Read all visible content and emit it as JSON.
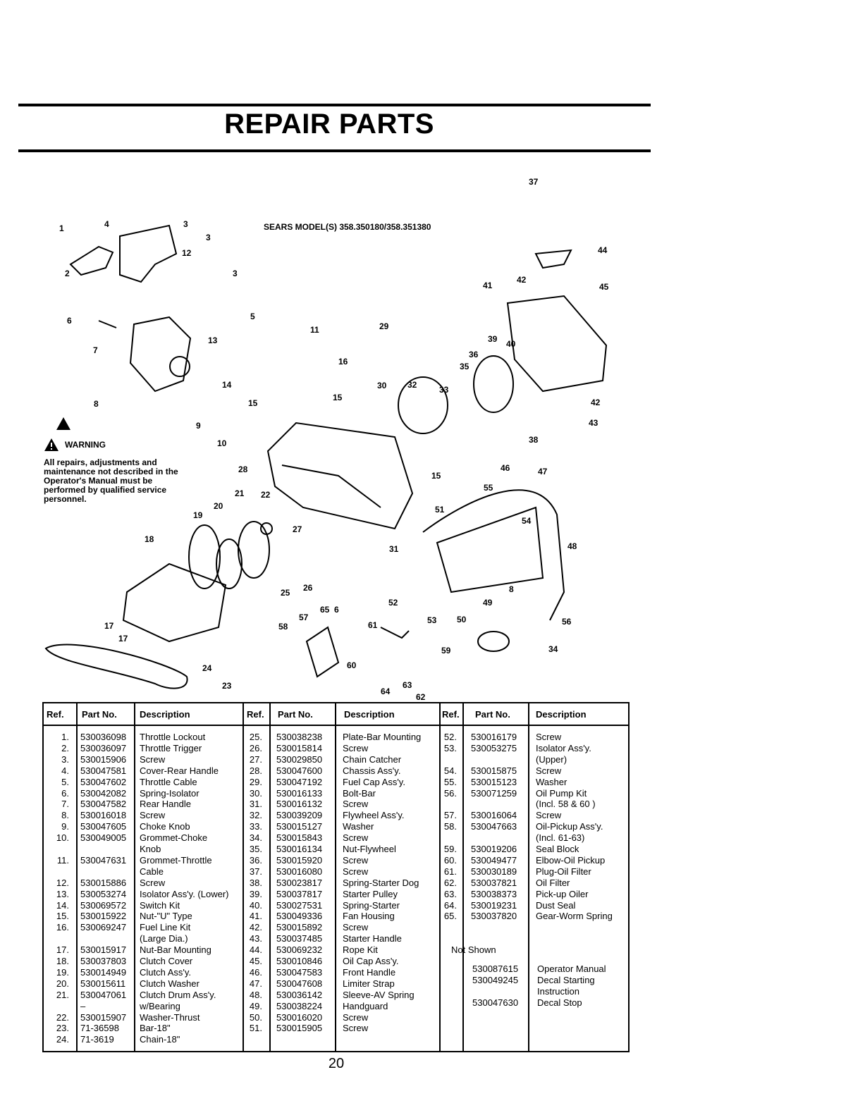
{
  "page": {
    "title": "REPAIR PARTS",
    "model": "SEARS MODEL(S) 358.350180/358.351380",
    "page_number": "20"
  },
  "warning": {
    "heading": "WARNING",
    "text": "All repairs, adjustments and maintenance not described in the Operator's Manual must be performed by qualified service personnel."
  },
  "callouts": [
    "1",
    "2",
    "3",
    "3",
    "3",
    "4",
    "5",
    "6",
    "7",
    "8",
    "9",
    "10",
    "11",
    "12",
    "13",
    "14",
    "15",
    "15",
    "15",
    "16",
    "17",
    "17",
    "18",
    "19",
    "20",
    "21",
    "22",
    "23",
    "24",
    "25",
    "26",
    "27",
    "28",
    "29",
    "30",
    "31",
    "32",
    "33",
    "34",
    "35",
    "36",
    "37",
    "38",
    "39",
    "40",
    "41",
    "42",
    "42",
    "43",
    "44",
    "45",
    "46",
    "47",
    "48",
    "49",
    "50",
    "51",
    "52",
    "53",
    "54",
    "55",
    "56",
    "57",
    "58",
    "59",
    "60",
    "61",
    "62",
    "63",
    "64",
    "65",
    "6",
    "8"
  ],
  "table": {
    "headers": {
      "ref": "Ref.",
      "part": "Part No.",
      "desc": "Description"
    },
    "col1": [
      {
        "ref": "1.",
        "part": "530036098",
        "desc": "Throttle Lockout"
      },
      {
        "ref": "2.",
        "part": "530036097",
        "desc": "Throttle Trigger"
      },
      {
        "ref": "3.",
        "part": "530015906",
        "desc": "Screw"
      },
      {
        "ref": "4.",
        "part": "530047581",
        "desc": "Cover-Rear Handle"
      },
      {
        "ref": "5.",
        "part": "530047602",
        "desc": "Throttle Cable"
      },
      {
        "ref": "6.",
        "part": "530042082",
        "desc": "Spring-Isolator"
      },
      {
        "ref": "7.",
        "part": "530047582",
        "desc": "Rear Handle"
      },
      {
        "ref": "8.",
        "part": "530016018",
        "desc": "Screw"
      },
      {
        "ref": "9.",
        "part": "530047605",
        "desc": "Choke Knob"
      },
      {
        "ref": "10.",
        "part": "530049005",
        "desc": "Grommet-Choke"
      },
      {
        "ref": "",
        "part": "",
        "desc": "Knob"
      },
      {
        "ref": "11.",
        "part": "530047631",
        "desc": "Grommet-Throttle"
      },
      {
        "ref": "",
        "part": "",
        "desc": "Cable"
      },
      {
        "ref": "12.",
        "part": "530015886",
        "desc": "Screw"
      },
      {
        "ref": "13.",
        "part": "530053274",
        "desc": "Isolator Ass'y. (Lower)"
      },
      {
        "ref": "14.",
        "part": "530069572",
        "desc": "Switch Kit"
      },
      {
        "ref": "15.",
        "part": "530015922",
        "desc": "Nut-\"U\" Type"
      },
      {
        "ref": "16.",
        "part": "530069247",
        "desc": "Fuel Line Kit"
      },
      {
        "ref": "",
        "part": "",
        "desc": "(Large Dia.)"
      },
      {
        "ref": "17.",
        "part": "530015917",
        "desc": "Nut-Bar Mounting"
      },
      {
        "ref": "18.",
        "part": "530037803",
        "desc": "Clutch Cover"
      },
      {
        "ref": "19.",
        "part": "530014949",
        "desc": "Clutch Ass'y."
      },
      {
        "ref": "20.",
        "part": "530015611",
        "desc": "Clutch Washer"
      },
      {
        "ref": "21.",
        "part": "530047061",
        "desc": "Clutch Drum Ass'y."
      },
      {
        "ref": "",
        "part": "–",
        "desc": "w/Bearing"
      },
      {
        "ref": "22.",
        "part": "530015907",
        "desc": "Washer-Thrust"
      },
      {
        "ref": "23.",
        "part": "71-36598",
        "desc": "Bar-18\""
      },
      {
        "ref": "24.",
        "part": "71-3619",
        "desc": "Chain-18\""
      }
    ],
    "col2": [
      {
        "ref": "25.",
        "part": "530038238",
        "desc": "Plate-Bar Mounting"
      },
      {
        "ref": "26.",
        "part": "530015814",
        "desc": "Screw"
      },
      {
        "ref": "27.",
        "part": "530029850",
        "desc": "Chain Catcher"
      },
      {
        "ref": "28.",
        "part": "530047600",
        "desc": "Chassis Ass'y."
      },
      {
        "ref": "29.",
        "part": "530047192",
        "desc": "Fuel Cap Ass'y."
      },
      {
        "ref": "30.",
        "part": "530016133",
        "desc": "Bolt-Bar"
      },
      {
        "ref": "31.",
        "part": "530016132",
        "desc": "Screw"
      },
      {
        "ref": "32.",
        "part": "530039209",
        "desc": "Flywheel Ass'y."
      },
      {
        "ref": "33.",
        "part": "530015127",
        "desc": "Washer"
      },
      {
        "ref": "34.",
        "part": "530015843",
        "desc": "Screw"
      },
      {
        "ref": "35.",
        "part": "530016134",
        "desc": "Nut-Flywheel"
      },
      {
        "ref": "36.",
        "part": "530015920",
        "desc": "Screw"
      },
      {
        "ref": "37.",
        "part": "530016080",
        "desc": "Screw"
      },
      {
        "ref": "38.",
        "part": "530023817",
        "desc": "Spring-Starter Dog"
      },
      {
        "ref": "39.",
        "part": "530037817",
        "desc": "Starter Pulley"
      },
      {
        "ref": "40.",
        "part": "530027531",
        "desc": "Spring-Starter"
      },
      {
        "ref": "41.",
        "part": "530049336",
        "desc": "Fan Housing"
      },
      {
        "ref": "42.",
        "part": "530015892",
        "desc": "Screw"
      },
      {
        "ref": "43.",
        "part": "530037485",
        "desc": "Starter Handle"
      },
      {
        "ref": "44.",
        "part": "530069232",
        "desc": "Rope Kit"
      },
      {
        "ref": "45.",
        "part": "530010846",
        "desc": "Oil Cap Ass'y."
      },
      {
        "ref": "46.",
        "part": "530047583",
        "desc": "Front Handle"
      },
      {
        "ref": "47.",
        "part": "530047608",
        "desc": "Limiter Strap"
      },
      {
        "ref": "48.",
        "part": "530036142",
        "desc": "Sleeve-AV Spring"
      },
      {
        "ref": "49.",
        "part": "530038224",
        "desc": "Handguard"
      },
      {
        "ref": "50.",
        "part": "530016020",
        "desc": "Screw"
      },
      {
        "ref": "51.",
        "part": "530015905",
        "desc": "Screw"
      }
    ],
    "col3": [
      {
        "ref": "52.",
        "part": "530016179",
        "desc": "Screw"
      },
      {
        "ref": "53.",
        "part": "530053275",
        "desc": "Isolator Ass'y."
      },
      {
        "ref": "",
        "part": "",
        "desc": "(Upper)"
      },
      {
        "ref": "54.",
        "part": "530015875",
        "desc": "Screw"
      },
      {
        "ref": "55.",
        "part": "530015123",
        "desc": "Washer"
      },
      {
        "ref": "56.",
        "part": "530071259",
        "desc": "Oil Pump Kit"
      },
      {
        "ref": "",
        "part": "",
        "desc": "(Incl. 58 & 60 )"
      },
      {
        "ref": "57.",
        "part": "530016064",
        "desc": "Screw"
      },
      {
        "ref": "58.",
        "part": "530047663",
        "desc": "Oil-Pickup Ass'y."
      },
      {
        "ref": "",
        "part": "",
        "desc": "(Incl. 61-63)"
      },
      {
        "ref": "59.",
        "part": "530019206",
        "desc": "Seal Block"
      },
      {
        "ref": "60.",
        "part": "530049477",
        "desc": "Elbow-Oil Pickup"
      },
      {
        "ref": "61.",
        "part": "530030189",
        "desc": "Plug-Oil Filter"
      },
      {
        "ref": "62.",
        "part": "530037821",
        "desc": "Oil Filter"
      },
      {
        "ref": "63.",
        "part": "530038373",
        "desc": "Pick-up Oiler"
      },
      {
        "ref": "64.",
        "part": "530019231",
        "desc": "Dust Seal"
      },
      {
        "ref": "65.",
        "part": "530037820",
        "desc": "Gear-Worm Spring"
      }
    ],
    "not_shown_label": "Not Shown",
    "not_shown": [
      {
        "part": "530087615",
        "desc": "Operator Manual"
      },
      {
        "part": "530049245",
        "desc": "Decal Starting"
      },
      {
        "part": "",
        "desc": "Instruction"
      },
      {
        "part": "530047630",
        "desc": "Decal Stop"
      }
    ]
  }
}
